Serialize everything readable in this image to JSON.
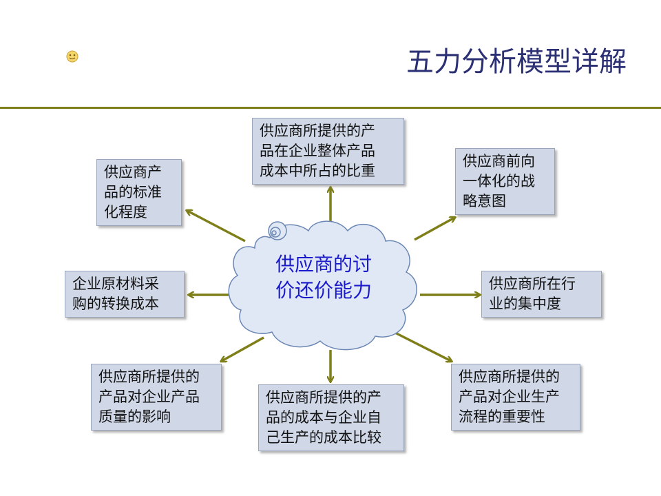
{
  "slide": {
    "title": "五力分析模型详解"
  },
  "icons": {
    "decoration": "smiley-face-icon"
  },
  "colors": {
    "title": "#2b2f73",
    "rule": "#7f7f1a",
    "arrow": "#7f7f1a",
    "box_fill": "#d0d7e6",
    "cloud_fill": "#dfe8f4",
    "cloud_stroke": "#6b86b3",
    "center_text": "#1a1acc"
  },
  "center": {
    "line1": "供应商的讨",
    "line2": "价还价能力"
  },
  "factors": {
    "top": [
      "供应商所提供的产",
      "品在企业整体产品",
      "成本中所占的比重"
    ],
    "top_left": [
      "供应商产",
      "品的标准",
      "化程度"
    ],
    "top_right": [
      "供应商前向",
      "一体化的战",
      "略意图"
    ],
    "left": [
      "企业原材料采",
      "购的转换成本"
    ],
    "right": [
      "供应商所在行",
      "业的集中度"
    ],
    "bottom_left": [
      "供应商所提供的",
      "产品对企业产品",
      "质量的影响"
    ],
    "bottom": [
      "供应商所提供的产",
      "品的成本与企业自",
      "己生产的成本比较"
    ],
    "bottom_right": [
      "供应商所提供的",
      "产品对企业生产",
      "流程的重要性"
    ]
  }
}
